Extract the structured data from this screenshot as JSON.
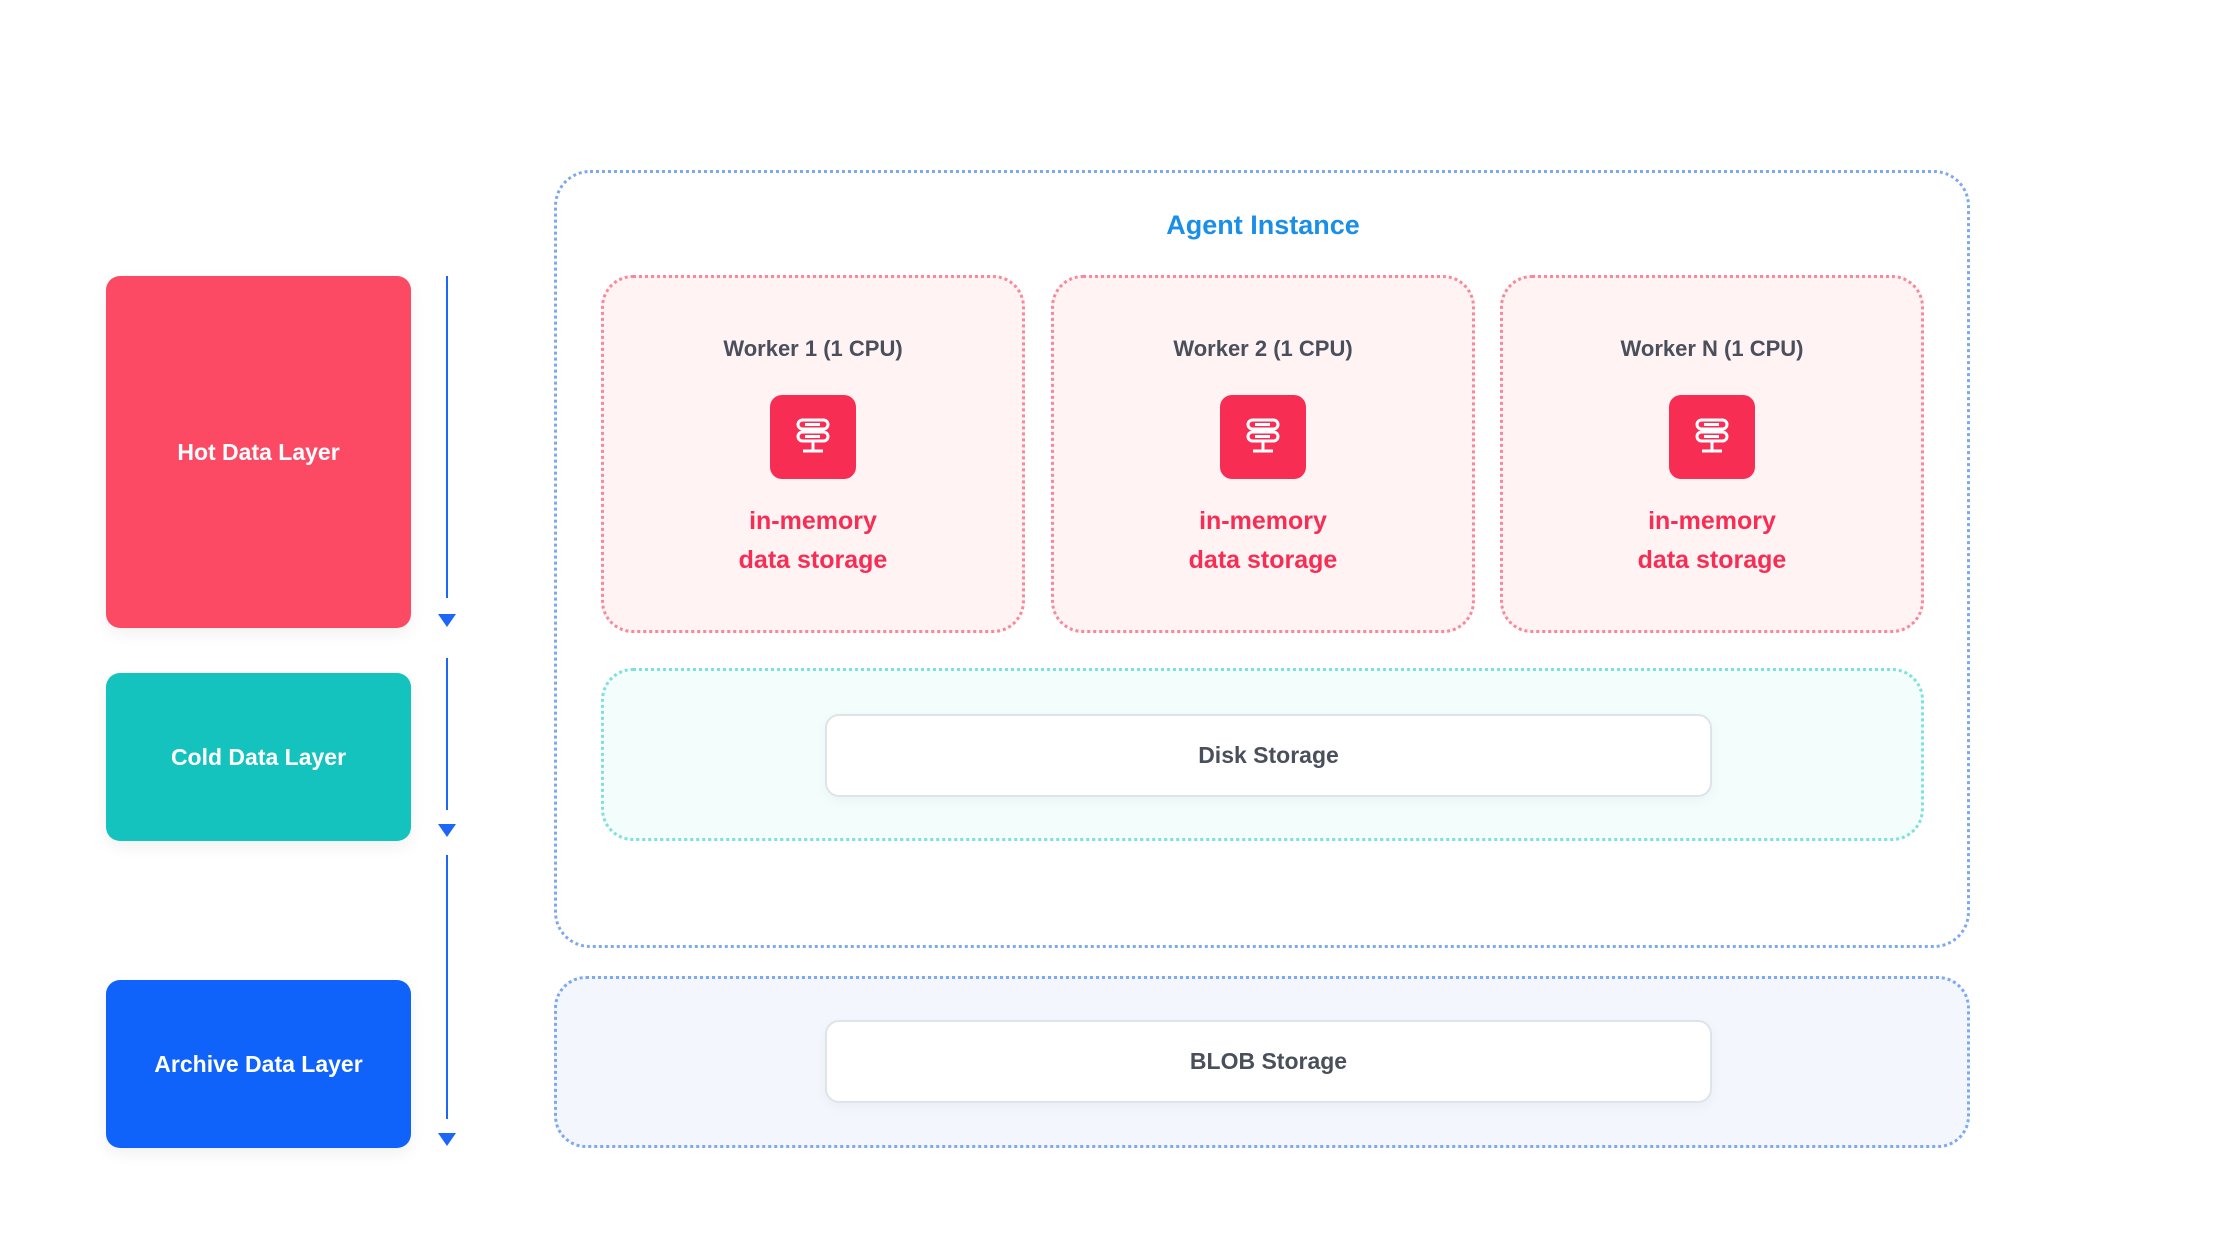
{
  "layers": {
    "hot": {
      "label": "Hot Data Layer",
      "color": "#fd4a64"
    },
    "cold": {
      "label": "Cold Data Layer",
      "color": "#14c2be"
    },
    "archive": {
      "label": "Archive Data Layer",
      "color": "#0f63fb"
    }
  },
  "arrow_color": "#1e66f5",
  "agent": {
    "title": "Agent Instance",
    "workers": [
      {
        "title": "Worker 1 (1 CPU)",
        "icon": "server-icon",
        "desc_line1": "in-memory",
        "desc_line2": "data storage"
      },
      {
        "title": "Worker 2 (1 CPU)",
        "icon": "server-icon",
        "desc_line1": "in-memory",
        "desc_line2": "data storage"
      },
      {
        "title": "Worker N (1 CPU)",
        "icon": "server-icon",
        "desc_line1": "in-memory",
        "desc_line2": "data storage"
      }
    ],
    "disk_label": "Disk Storage"
  },
  "blob_label": "BLOB Storage",
  "colors": {
    "agent_title": "#1b8fe8",
    "worker_accent": "#f72d54",
    "worker_bg": "#fff3f4",
    "disk_zone_border": "#7fe0dc",
    "blob_zone_bg": "#f3f7fd",
    "frame_border": "#7ea9ec"
  }
}
